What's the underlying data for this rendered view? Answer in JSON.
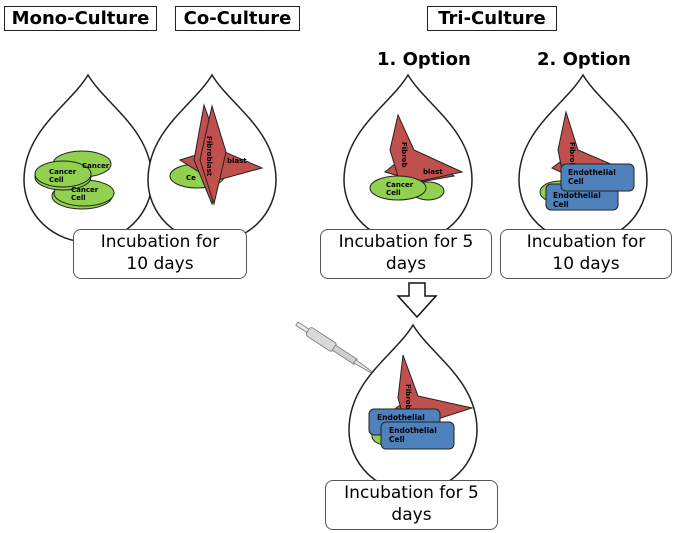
{
  "headers": {
    "mono": "Mono-Culture",
    "co": "Co-Culture",
    "tri": "Tri-Culture"
  },
  "options": {
    "option1": "1. Option",
    "option2": "2. Option"
  },
  "incubation": {
    "mono_co": [
      "Incubation for",
      "10 days"
    ],
    "option1": [
      "Incubation for 5",
      "days"
    ],
    "option2": [
      "Incubation for",
      "10 days"
    ],
    "final": [
      "Incubation for 5",
      "days"
    ]
  },
  "cells": {
    "cancer": [
      "Cancer",
      "Cell"
    ],
    "cancer_partial": "Cancer",
    "cancer_stub": "Ce",
    "fibroblast": "Fibroblast",
    "fibroblast_blast": "blast",
    "fibroblast_partial": "Fibrob",
    "fibroblast_partial2": "Fibrobl",
    "endothelial": [
      "Endothelial",
      "Cell"
    ],
    "endothelial_partial": "Endothelial"
  },
  "colors": {
    "cancer_fill": "#92d050",
    "fibroblast_fill": "#c0504d",
    "endothelial_fill": "#4f81bd",
    "outline": "#222222"
  }
}
